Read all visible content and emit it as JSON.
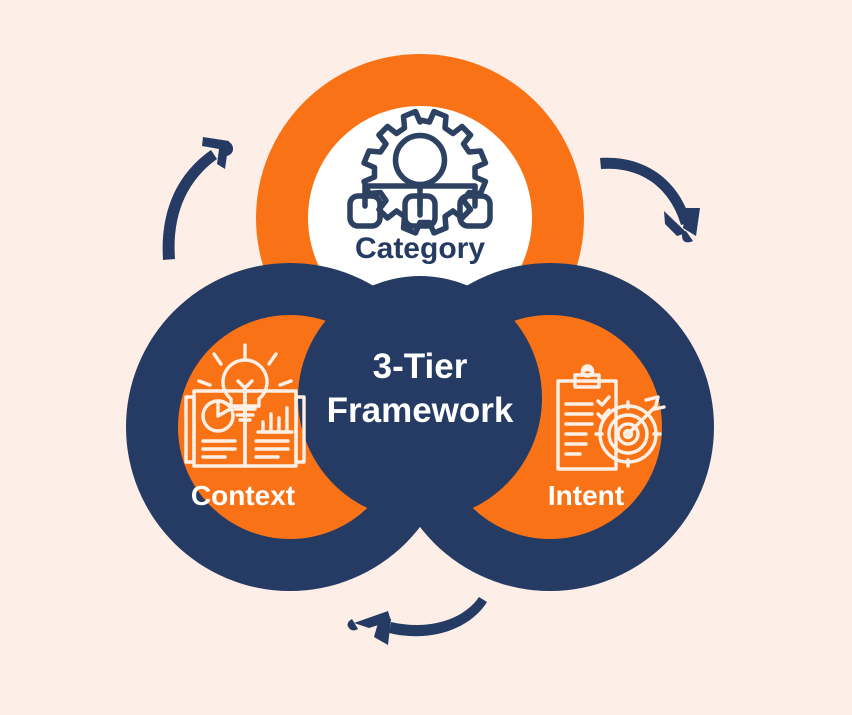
{
  "diagram": {
    "title": "3-Tier Framework",
    "center": {
      "line1": "3-Tier",
      "line2": "Framework",
      "fill_color": "#253b63",
      "text_color": "#ffffff"
    },
    "background_color": "#fdeee7",
    "colors": {
      "orange": "#f97316",
      "navy": "#253b63",
      "white": "#ffffff",
      "cream": "#fdeee7"
    },
    "nodes": [
      {
        "id": "category",
        "label": "Category",
        "icon": "gear-hierarchy-icon",
        "ring_color": "#f97316",
        "inner_color": "#ffffff",
        "label_color": "#253b63",
        "position": "top"
      },
      {
        "id": "context",
        "label": "Context",
        "icon": "open-book-lightbulb-icon",
        "ring_color": "#253b63",
        "inner_color": "#f97316",
        "label_color": "#ffffff",
        "position": "bottom-left"
      },
      {
        "id": "intent",
        "label": "Intent",
        "icon": "clipboard-target-icon",
        "ring_color": "#253b63",
        "inner_color": "#f97316",
        "label_color": "#ffffff",
        "position": "bottom-right"
      }
    ],
    "arrows": [
      {
        "id": "arrow-context-to-category",
        "icon": "curved-arrow-up-right-icon",
        "color": "#253b63",
        "direction": "up-right"
      },
      {
        "id": "arrow-category-to-intent",
        "icon": "curved-arrow-down-right-icon",
        "color": "#253b63",
        "direction": "down-right"
      },
      {
        "id": "arrow-intent-to-context",
        "icon": "curved-arrow-left-icon",
        "color": "#253b63",
        "direction": "left"
      }
    ]
  }
}
